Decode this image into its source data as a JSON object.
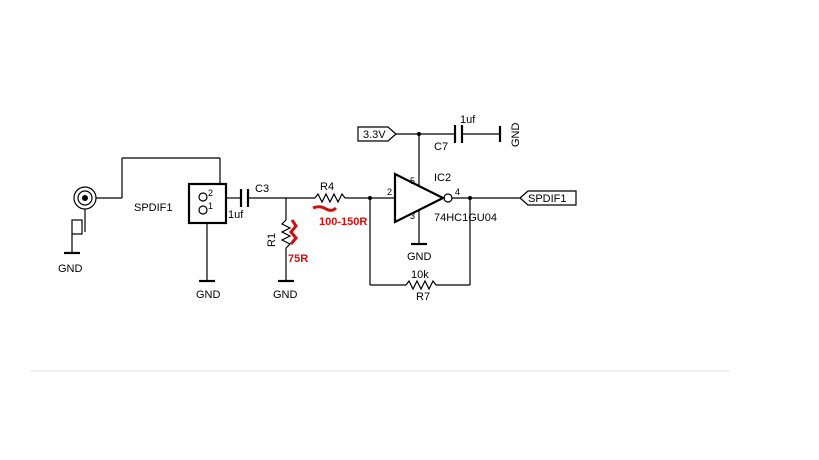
{
  "schematic": {
    "rca_jack": {
      "ground_label": "GND"
    },
    "connector": {
      "name": "SPDIF1",
      "pin_top": "2",
      "pin_bottom": "1",
      "ground_label": "GND"
    },
    "c3": {
      "name": "C3",
      "value": "1uf"
    },
    "r1": {
      "name": "R1",
      "ground_label": "GND",
      "annotation": "75R"
    },
    "r4": {
      "name": "R4",
      "annotation": "100-150R"
    },
    "ic2": {
      "name": "IC2",
      "part": "74HC1GU04",
      "pin_in": "2",
      "pin_out": "4",
      "pin_vcc": "5",
      "pin_gnd": "3",
      "ground_label": "GND"
    },
    "power": {
      "label": "3.3V"
    },
    "c7": {
      "name": "C7",
      "value": "1uf",
      "ground_label": "GND"
    },
    "r7": {
      "name": "R7",
      "value": "10k"
    },
    "output_port": {
      "label": "SPDIF1"
    }
  },
  "colors": {
    "wire": "#000000",
    "annotation": "#cc1111"
  }
}
